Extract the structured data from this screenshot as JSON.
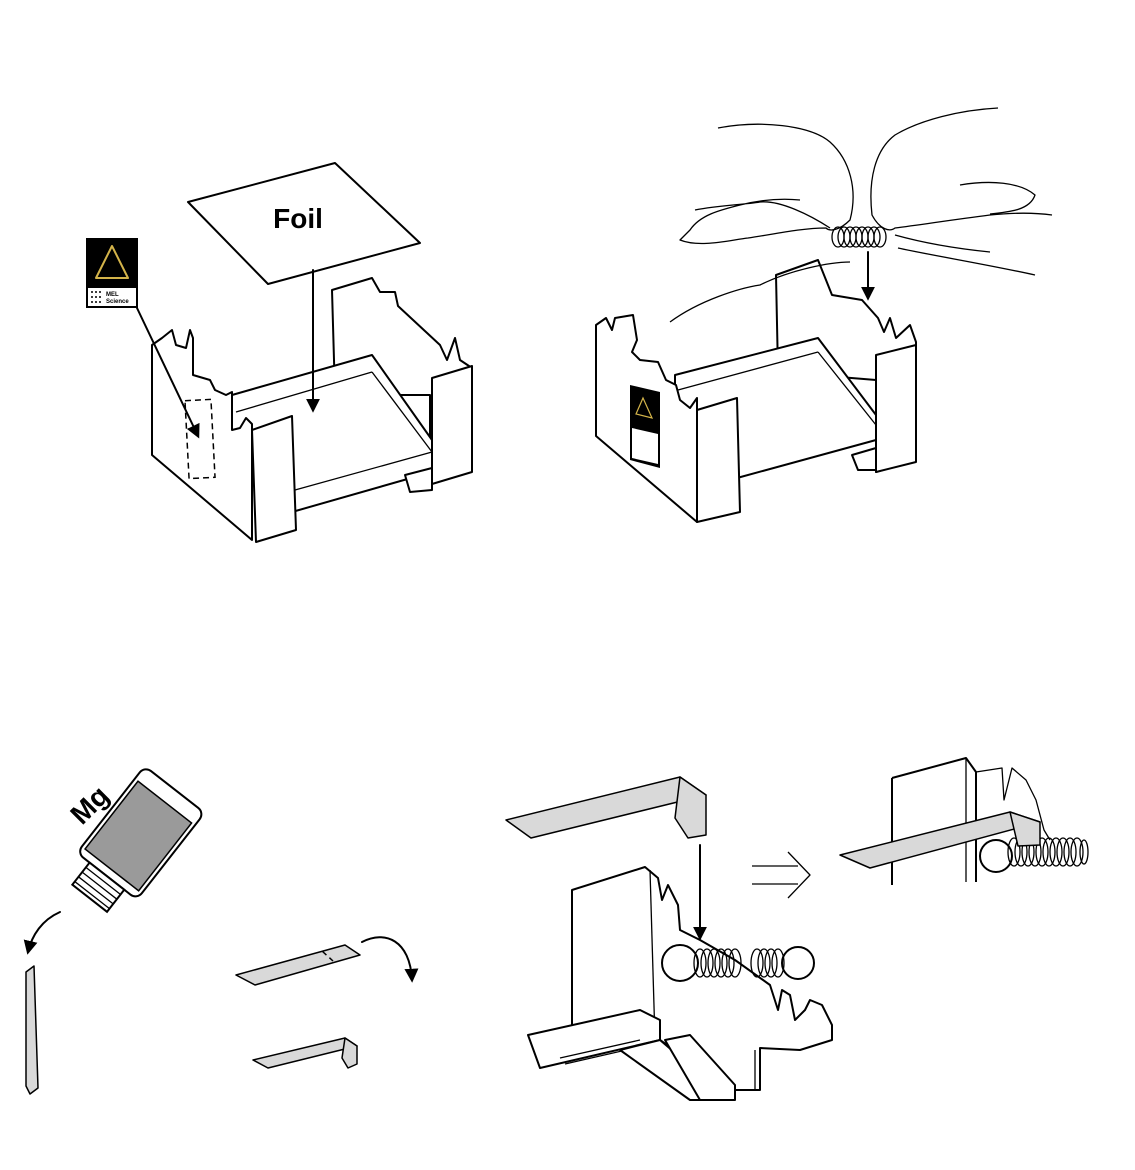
{
  "labels": {
    "foil": "Foil",
    "mg": "Mg",
    "logo_brand_line1": "MEL",
    "logo_brand_line2": "Science"
  },
  "icons": {
    "down_arrow": "arrow-down-icon",
    "curved_arrow": "curved-arrow-icon",
    "double_arrow": "double-arrow-right-icon"
  },
  "colors": {
    "stroke": "#000000",
    "background": "#ffffff",
    "grey_fill": "#d9d9d9",
    "bottle_body": "#9a9a9a",
    "logo_accent": "#d4b44a"
  }
}
